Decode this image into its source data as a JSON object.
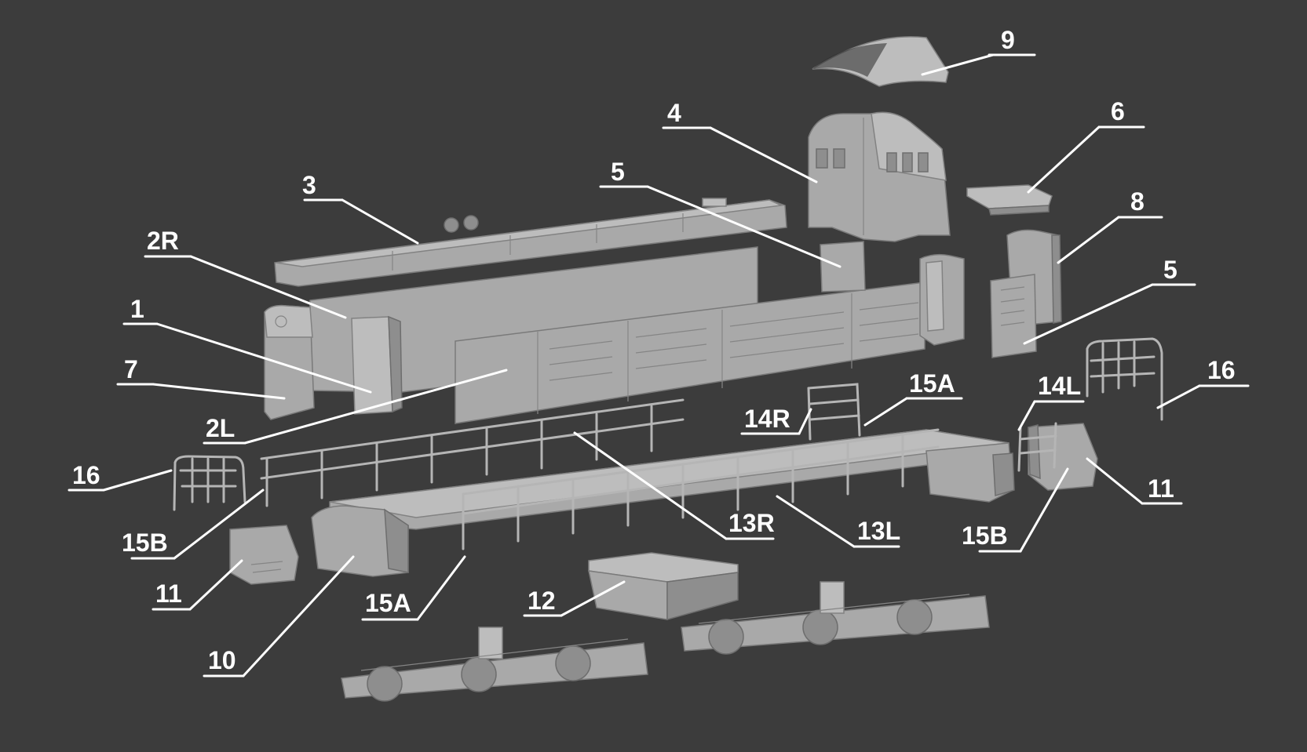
{
  "labels": {
    "l1": "1",
    "l2R": "2R",
    "l2L": "2L",
    "l3": "3",
    "l4": "4",
    "l5a": "5",
    "l5b": "5",
    "l6": "6",
    "l7": "7",
    "l8": "8",
    "l9": "9",
    "l10": "10",
    "l11a": "11",
    "l11b": "11",
    "l12": "12",
    "l13R": "13R",
    "l13L": "13L",
    "l14R": "14R",
    "l14L": "14L",
    "l15Aa": "15A",
    "l15Ab": "15A",
    "l15Ba": "15B",
    "l15Bb": "15B",
    "l16a": "16",
    "l16b": "16"
  }
}
